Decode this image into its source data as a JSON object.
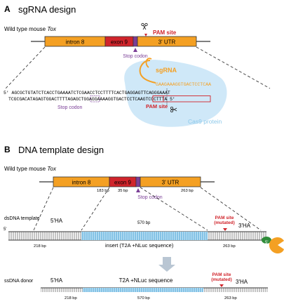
{
  "panel_a": {
    "letter": "A",
    "title": "sgRNA design",
    "gene_label_prefix": "Wild type mouse ",
    "gene_label_gene": "Tox",
    "blocks": {
      "intron": "intron 8",
      "exon": "exon 9",
      "utr": "3' UTR"
    },
    "pam_site": "PAM site",
    "stop_codon": "Stop codon",
    "sgrna_label": "sgRNA",
    "guide_sequence": "GAAGAAAGGTGACTCCTCAA",
    "top_strand": "5' AGCGCTGTATCTCACCTGAAAATCTCGAACCTCCTTTTCACTGAGGAGTTCAGGGAAAT",
    "bottom_strand": "TCGCGACATAGAGTGGACTTTTAGAGCTGGAGGAAAAGGTGACTCCTCAAGTCCCTTTA 5'",
    "stop_codon_bottom": "Stop codon",
    "pam_site_bottom": "PAM site",
    "cas9": "Cas9 protein",
    "colors": {
      "orange": "#f4a023",
      "red": "#d0242b",
      "purple": "#7a3e96",
      "cas9": "#cfe8f8",
      "blue": "#3aa6df"
    }
  },
  "panel_b": {
    "letter": "B",
    "title": "DNA template design",
    "gene_label_prefix": "Wild type mouse ",
    "gene_label_gene": "Tox",
    "blocks": {
      "intron": "intron 8",
      "exon": "exon 9",
      "utr": "3' UTR"
    },
    "sizes": {
      "intron": "183 bp",
      "exon": "35 bp",
      "utr": "263 bp"
    },
    "stop_codon": "Stop codon",
    "ds_label": "dsDNA template",
    "ha5": "5'HA",
    "ha3": "3'HA",
    "insert_size": "570 bp",
    "pam_mut_1": "PAM site",
    "pam_mut_2": "(mutated)",
    "five_prime": "5'",
    "bp_left": "218 bp",
    "bp_right": "263 bp",
    "insert_label": "insert (T2A +NLuc sequence)",
    "ss_label": "ssDNA donor",
    "ss_insert": "T2A +NLuc sequence",
    "ss_bp_left": "218 bp",
    "ss_bp_mid": "570 bp",
    "ss_bp_right": "263 bp"
  }
}
